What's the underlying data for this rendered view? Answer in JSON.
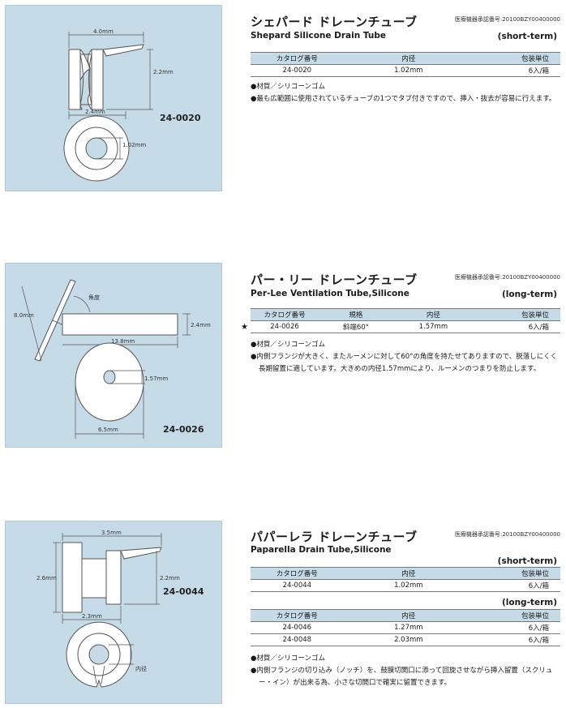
{
  "products": [
    {
      "code_label": "24-0020",
      "dims": {
        "width": "4.0mm",
        "height": "2.2mm",
        "flange": "2.4mm",
        "lumen": "1.02mm"
      },
      "title_jp": "シェパード ドレーンチューブ",
      "title_en": "Shepard Silicone Drain Tube",
      "approval": "医療機器承認番号:20100BZY00400000",
      "tables": [
        {
          "term": "(short-term)",
          "headers": [
            "カタログ番号",
            "内径",
            "包装単位"
          ],
          "rows": [
            [
              "24-0020",
              "1.02mm",
              "6入/箱"
            ]
          ]
        }
      ],
      "notes": [
        "●材質／シリコーンゴム",
        "●最も広範囲に使用されているチューブの1つでタブ付きですので、挿入・抜去が容易に行えます。"
      ]
    },
    {
      "code_label": "24-0026",
      "dims": {
        "flange_dia": "8.0mm",
        "angle": "角度",
        "length": "13.8mm",
        "tube_dia": "2.4mm",
        "lumen": "1.57mm",
        "disc": "6.5mm"
      },
      "title_jp": "パー・リー ドレーンチューブ",
      "title_en": "Per-Lee Ventilation Tube,Silicone",
      "approval": "医療機器承認番号:20100BZY00400000",
      "tables": [
        {
          "term": "(long-term)",
          "headers": [
            "カタログ番号",
            "規格",
            "内径",
            "包装単位"
          ],
          "rows": [
            [
              "24-0026",
              "斜端60°",
              "1.57mm",
              "6入/箱"
            ]
          ]
        }
      ],
      "star": "★",
      "notes": [
        "●材質／シリコーンゴム",
        "●内側フランジが大きく、またルーメンに対して60°の角度を持たせてありますので、脱落しにくく長期留置に適しています。大きめの内径1.57mmにより、ルーメンのつまりを防止します。"
      ]
    },
    {
      "code_label": "24-0044",
      "dims": {
        "width": "3.5mm",
        "left_height": "2.6mm",
        "right_height": "2.2mm",
        "flange": "2.3mm",
        "lumen": "内径"
      },
      "title_jp": "パパーレラ ドレーンチューブ",
      "title_en": "Paparella Drain Tube,Silicone",
      "approval": "医療機器承認番号:20100BZY00400000",
      "tables": [
        {
          "term": "(short-term)",
          "headers": [
            "カタログ番号",
            "内径",
            "包装単位"
          ],
          "rows": [
            [
              "24-0044",
              "1.02mm",
              "6入/箱"
            ]
          ]
        },
        {
          "term": "(long-term)",
          "headers": [
            "カタログ番号",
            "内径",
            "包装単位"
          ],
          "rows": [
            [
              "24-0046",
              "1.27mm",
              "6入/箱"
            ],
            [
              "24-0048",
              "2.03mm",
              "6入/箱"
            ]
          ]
        }
      ],
      "notes": [
        "●材質／シリコーンゴム",
        "●内側フランジの切り込み（ノッチ）を、鼓膜切開口に添って回旋させながら挿入留置（スクリュー・イン）が出来る為、小さな切開口で確実に留置できます。"
      ]
    }
  ]
}
